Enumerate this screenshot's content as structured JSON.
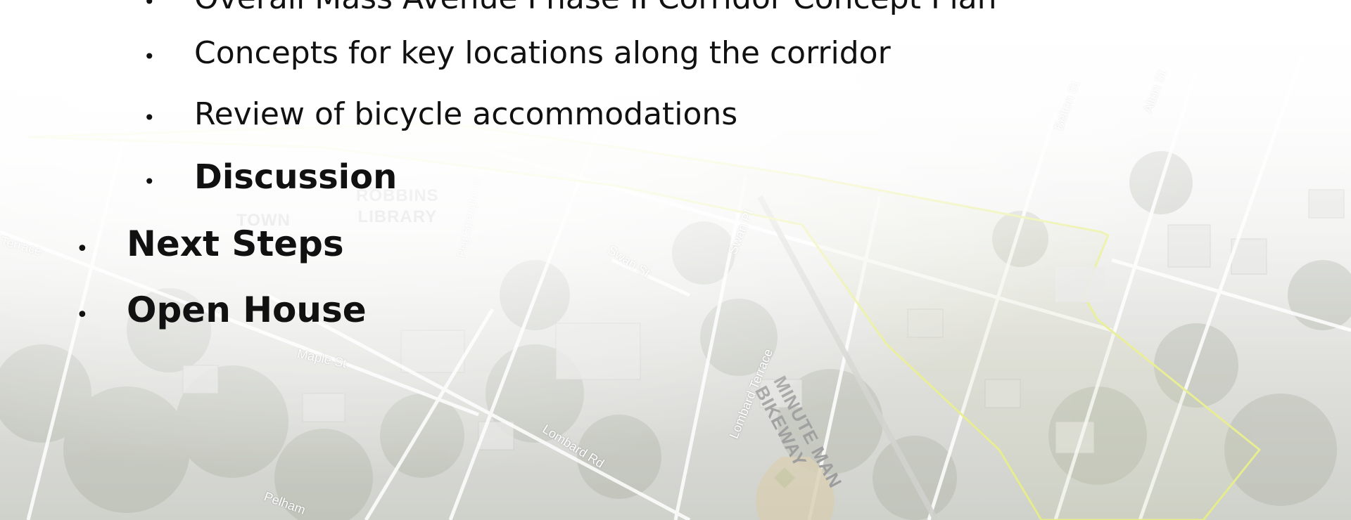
{
  "slide": {
    "items": [
      {
        "text": "Overall Mass Avenue Phase II Corridor Concept Plan",
        "level": 2,
        "bold": false
      },
      {
        "text": "Concepts for key locations along the corridor",
        "level": 2,
        "bold": false
      },
      {
        "text": "Review of bicycle accommodations",
        "level": 2,
        "bold": false
      },
      {
        "text": "Discussion",
        "level": 2,
        "bold": true
      },
      {
        "text": "Next Steps",
        "level": 1,
        "bold": true
      },
      {
        "text": "Open House",
        "level": 1,
        "bold": true
      }
    ],
    "bullet_symbol": "•"
  },
  "map": {
    "labels": {
      "robbins_library": "ROBBINS\nLIBRARY",
      "town": "TOWN",
      "minuteman_bikeway": "MINUTE MAN\nBIKEWAY"
    },
    "streets": {
      "swan_st": "Swan St",
      "swan_pl": "Swan Pl",
      "maple_st": "Maple St",
      "lombard_rd": "Lombard Rd",
      "lombard_terrace": "Lombard Terrace",
      "pelham": "Pelham",
      "terrace": "Terrace",
      "belton_st": "Belton St",
      "alton_st": "Alton St",
      "peg_spengler": "Peg Spengler W"
    },
    "colors": {
      "corridor_outline": "#e6ec8a"
    }
  }
}
